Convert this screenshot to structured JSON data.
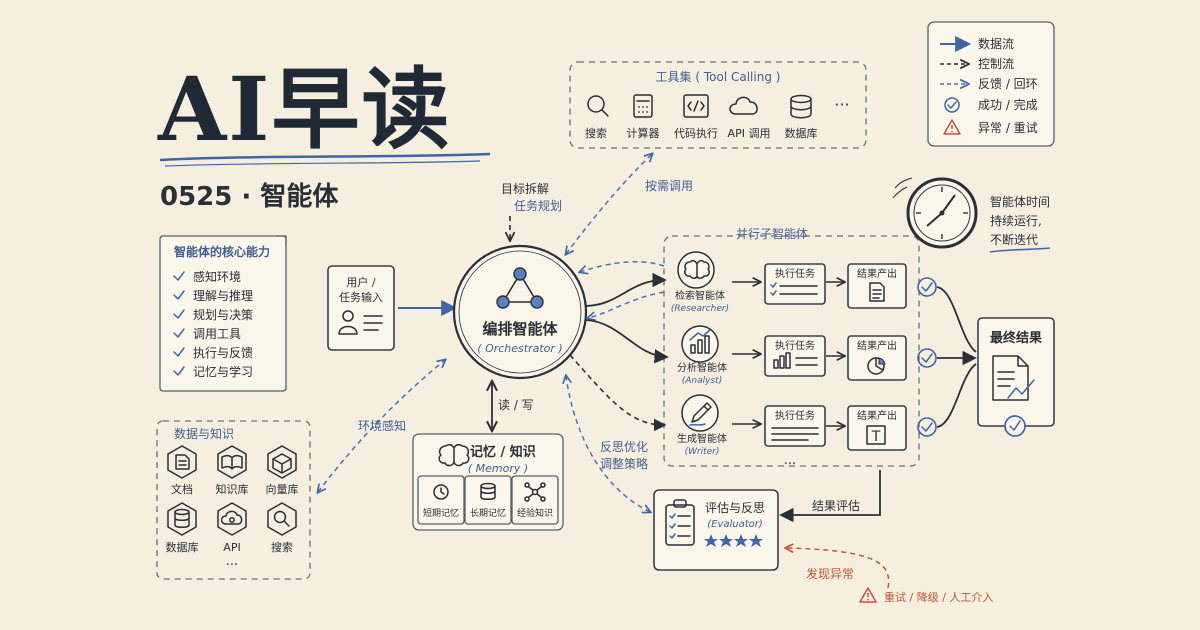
{
  "title": {
    "main": "AI早读",
    "subtitle": "0525 · 智能体"
  },
  "legend": {
    "items": [
      {
        "icon": "solid-arrow",
        "label": "数据流"
      },
      {
        "icon": "dashed-arrow",
        "label": "控制流"
      },
      {
        "icon": "blue-dashed-arrow",
        "label": "反馈 / 回环"
      },
      {
        "icon": "check-circle-icon",
        "label": "成功 / 完成"
      },
      {
        "icon": "warning-icon",
        "label": "异常 / 重试"
      }
    ]
  },
  "tools": {
    "title": "工具集 ( Tool Calling )",
    "items": [
      {
        "icon": "magnifier-icon",
        "label": "搜索"
      },
      {
        "icon": "calculator-icon",
        "label": "计算器"
      },
      {
        "icon": "code-icon",
        "label": "代码执行"
      },
      {
        "icon": "cloud-icon",
        "label": "API 调用"
      },
      {
        "icon": "database-icon",
        "label": "数据库"
      }
    ],
    "more": "···",
    "link_label": "按需调用"
  },
  "capabilities": {
    "title": "智能体的核心能力",
    "items": [
      "感知环境",
      "理解与推理",
      "规划与决策",
      "调用工具",
      "执行与反馈",
      "记忆与学习"
    ]
  },
  "user_input": {
    "line1": "用户 /",
    "line2": "任务输入"
  },
  "goal": {
    "line1": "目标拆解",
    "line2": "任务规划"
  },
  "orchestrator": {
    "name": "编排智能体",
    "en": "( Orchestrator )"
  },
  "data_knowledge": {
    "title": "数据与知识",
    "items": [
      {
        "icon": "document-icon",
        "label": "文档"
      },
      {
        "icon": "book-icon",
        "label": "知识库"
      },
      {
        "icon": "cube-icon",
        "label": "向量库"
      },
      {
        "icon": "database-icon",
        "label": "数据库"
      },
      {
        "icon": "cloud-gear-icon",
        "label": "API"
      },
      {
        "icon": "search-icon",
        "label": "搜索"
      }
    ],
    "more": "···",
    "link_label": "环境感知"
  },
  "memory": {
    "title": "记忆 / 知识",
    "en": "( Memory )",
    "rw_label": "读 / 写",
    "items": [
      {
        "icon": "clock-icon",
        "label": "短期记忆"
      },
      {
        "icon": "database-icon",
        "label": "长期记忆"
      },
      {
        "icon": "network-icon",
        "label": "经验知识"
      }
    ]
  },
  "parallel": {
    "title": "并行子智能体",
    "task_label": "执行任务",
    "result_label": "结果产出",
    "more": "···",
    "agents": [
      {
        "name": "检索智能体",
        "en": "(Researcher)",
        "icon": "brain-icon",
        "result_icon": "document-icon"
      },
      {
        "name": "分析智能体",
        "en": "(Analyst)",
        "icon": "bar-chart-icon",
        "result_icon": "pie-chart-icon"
      },
      {
        "name": "生成智能体",
        "en": "(Writer)",
        "icon": "pen-icon",
        "result_icon": "text-t-icon"
      }
    ]
  },
  "clock_note": {
    "line1": "智能体时间",
    "line2": "持续运行,",
    "line3": "不断迭代"
  },
  "final": {
    "title": "最终结果"
  },
  "evaluator": {
    "name": "评估与反思",
    "en": "(Evaluator)",
    "in_label": "结果评估"
  },
  "reflect": {
    "line1": "反思优化",
    "line2": "调整策略"
  },
  "anomaly": {
    "label": "发现异常",
    "action": "重试 / 降级 / 人工介入"
  },
  "colors": {
    "accent_blue": "#3f66a8",
    "ink": "#2b2f36",
    "warning": "#c0553a",
    "paper": "#f6efe0"
  }
}
